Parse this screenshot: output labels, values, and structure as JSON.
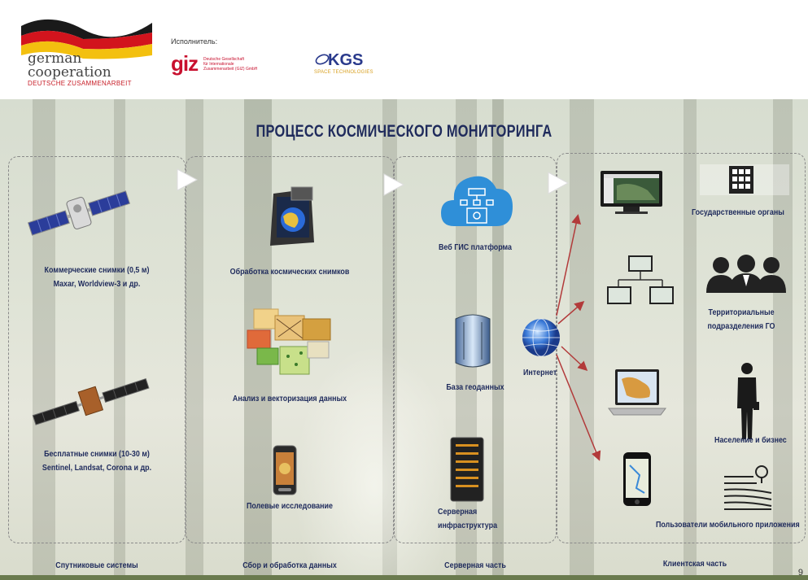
{
  "header": {
    "logo_german": "german",
    "logo_cooperation": "cooperation",
    "logo_deutsche": "DEUTSCHE ZUSAMMENARBEIT",
    "executor_label": "Исполнитель:",
    "giz_mark": "giz",
    "giz_line1": "Deutsche Gesellschaft",
    "giz_line2": "für Internationale",
    "giz_line3": "Zusammenarbeit (GIZ) GmbH",
    "kgs_mark": "KGS",
    "kgs_sub": "SPACE TECHNOLOGIES"
  },
  "title": "ПРОЦЕСС КОСМИЧЕСКОГО МОНИТОРИНГА",
  "satellite": {
    "commercial_line1": "Коммерческие снимки (0,5 м)",
    "commercial_line2": "Maxar, Worldview-3 и др.",
    "free_line1": "Бесплатные снимки (10-30 м)",
    "free_line2": "Sentinel, Landsat, Corona и др.",
    "section_label": "Спутниковые системы"
  },
  "processing": {
    "item1": "Обработка космических снимков",
    "item2": "Анализ и векторизация данных",
    "item3": "Полевые исследование",
    "section_label": "Сбор и обработка данных"
  },
  "server": {
    "item1": "Веб ГИС платформа",
    "item2": "База геоданных",
    "item3_line1": "Серверная",
    "item3_line2": "инфраструктура",
    "section_label": "Серверная часть"
  },
  "internet_label": "Интернет",
  "client": {
    "item1": "Государственные органы",
    "item2_line1": "Территориальные",
    "item2_line2": "подразделения ГО",
    "item3": "Население и бизнес",
    "item4": "Пользователи мобильного приложения",
    "section_label": "Клиентская часть"
  },
  "page_number": "9",
  "colors": {
    "text_navy": "#1f2b5c",
    "arrow_red": "#b23a3a",
    "cloud_blue": "#2f8fd8"
  }
}
